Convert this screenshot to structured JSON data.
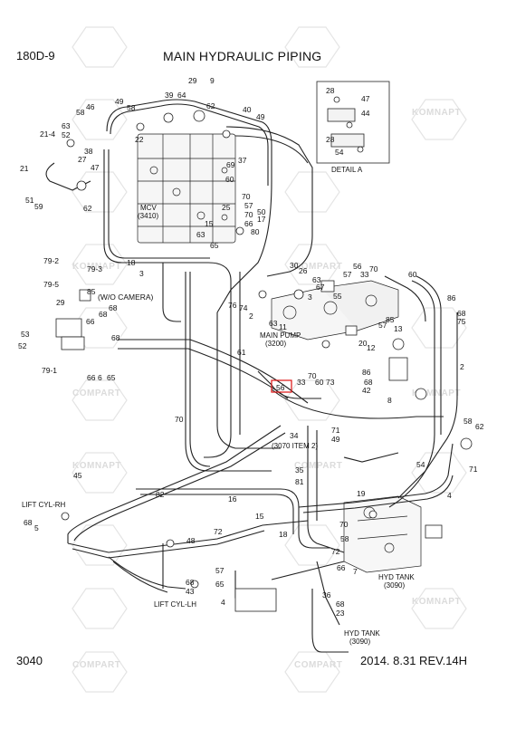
{
  "header": {
    "model": "180D-9",
    "title": "MAIN HYDRAULIC PIPING",
    "page_number": "3040",
    "revision": "2014. 8.31  REV.14H"
  },
  "watermark": {
    "left": "KOMNAPT",
    "right": "COMPART"
  },
  "component_labels": {
    "mcv": "MCV",
    "mcv_code": "(3410)",
    "main_pump": "MAIN PUMP",
    "main_pump_code": "(3200)",
    "detail": "DETAIL A",
    "wo_camera": "(W/O CAMERA)",
    "item_ref": "(3070 ITEM 2)",
    "lift_cyl_rh": "LIFT CYL-RH",
    "lift_cyl_lh": "LIFT CYL-LH",
    "hyd_tank_1": "HYD TANK",
    "hyd_tank_1_code": "(3090)",
    "hyd_tank_2": "HYD TANK",
    "hyd_tank_2_code": "(3090)"
  },
  "callouts": [
    "29",
    "9",
    "39",
    "64",
    "49",
    "58",
    "62",
    "40",
    "49",
    "46",
    "58",
    "63",
    "52",
    "22",
    "21-4",
    "38",
    "27",
    "47",
    "21",
    "51",
    "59",
    "62",
    "69",
    "37",
    "60",
    "70",
    "57",
    "70",
    "25",
    "15",
    "66",
    "50",
    "17",
    "63",
    "80",
    "65",
    "28",
    "47",
    "44",
    "28",
    "54",
    "18",
    "3",
    "79-2",
    "79-3",
    "79-5",
    "29",
    "85",
    "66",
    "68",
    "68",
    "52",
    "53",
    "79-1",
    "66",
    "6",
    "65",
    "68",
    "30",
    "26",
    "63",
    "67",
    "3",
    "55",
    "57",
    "56",
    "33",
    "70",
    "60",
    "86",
    "68",
    "75",
    "76",
    "74",
    "2",
    "63",
    "11",
    "61",
    "57",
    "85",
    "13",
    "2",
    "20",
    "12",
    "56",
    "33",
    "70",
    "60",
    "73",
    "86",
    "68",
    "42",
    "8",
    "70",
    "34",
    "71",
    "49",
    "58",
    "62",
    "71",
    "35",
    "81",
    "82",
    "16",
    "54",
    "19",
    "4",
    "72",
    "45",
    "68",
    "5",
    "15",
    "18",
    "70",
    "58",
    "72",
    "48",
    "57",
    "65",
    "68",
    "43",
    "7",
    "66",
    "36",
    "68",
    "23",
    "4"
  ],
  "highlighted_callout": "12"
}
